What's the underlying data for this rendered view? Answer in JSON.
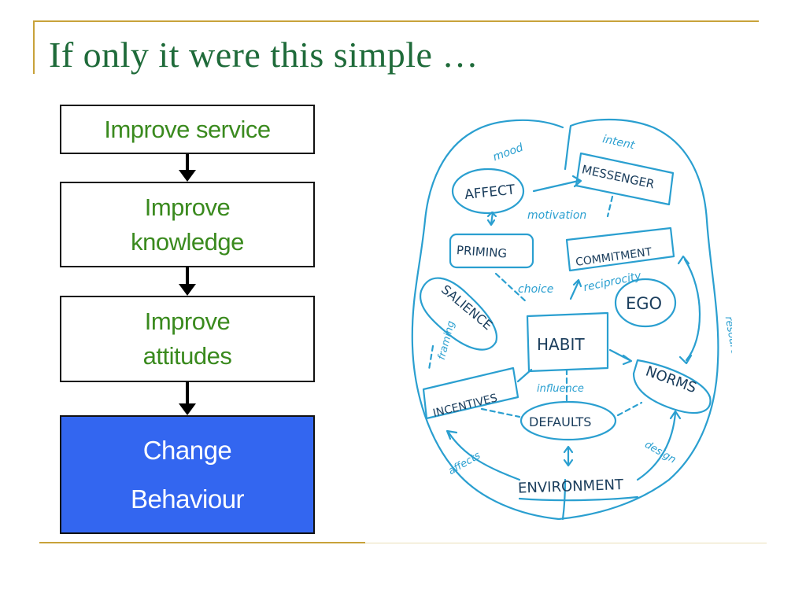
{
  "slide": {
    "title": "If only it were this simple …"
  },
  "flow": {
    "step1": [
      "Improve service"
    ],
    "step2": [
      "Improve",
      "knowledge"
    ],
    "step3": [
      "Improve",
      "attitudes"
    ],
    "step4": [
      "Change",
      "Behaviour"
    ]
  },
  "brain": {
    "nodes": {
      "affect": "AFFECT",
      "messenger": "MESSENGER",
      "priming": "PRIMING",
      "commitment": "COMMITMENT",
      "salience": "SALIENCE",
      "ego": "EGO",
      "habit": "HABIT",
      "incentives": "INCENTIVES",
      "norms": "NORMS",
      "defaults": "DEFAULTS",
      "environment": "ENVIRONMENT"
    },
    "links": {
      "mood": "mood",
      "intent": "intent",
      "motivation": "motivation",
      "choice": "choice",
      "reciprocity": "reciprocity",
      "framing": "framing",
      "resources": "resources",
      "influence": "influence",
      "affects": "affects",
      "design": "design"
    },
    "colors": {
      "outline": "#2a9fd0",
      "text": "#1a3d5c"
    }
  }
}
